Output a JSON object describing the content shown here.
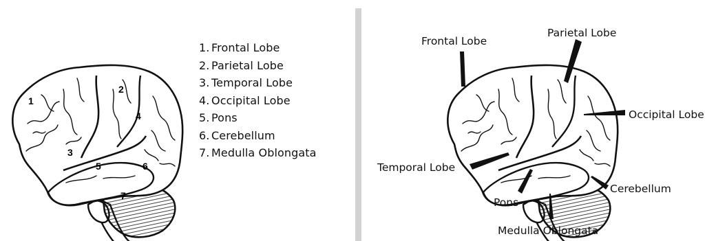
{
  "legend": {
    "items": [
      {
        "number": "1.",
        "label": "Frontal Lobe"
      },
      {
        "number": "2.",
        "label": "Parietal Lobe"
      },
      {
        "number": "3.",
        "label": "Temporal Lobe"
      },
      {
        "number": "4.",
        "label": "Occipital Lobe"
      },
      {
        "number": "5.",
        "label": "Pons"
      },
      {
        "number": "6.",
        "label": "Cerebellum"
      },
      {
        "number": "7.",
        "label": "Medulla Oblongata"
      }
    ]
  },
  "left_diagram": {
    "markers": [
      "1",
      "2",
      "3",
      "4",
      "5",
      "6",
      "7"
    ]
  },
  "right_diagram": {
    "labels": {
      "frontal": "Frontal Lobe",
      "parietal": "Parietal Lobe",
      "occipital": "Occipital Lobe",
      "temporal": "Temporal Lobe",
      "cerebellum": "Cerebellum",
      "pons": "Pons",
      "medulla": "Medulla Oblongata"
    }
  },
  "colors": {
    "outline": "#111111",
    "divider": "#d2d2d2",
    "fill": "#ffffff"
  }
}
